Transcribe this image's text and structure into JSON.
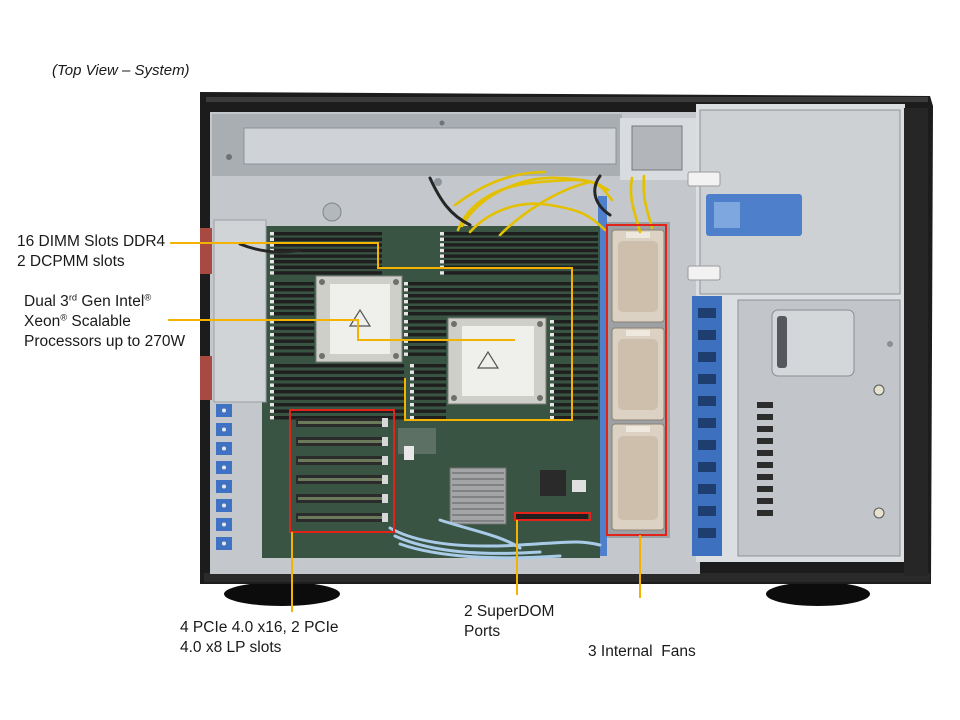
{
  "caption": "(Top View – System)",
  "callouts": {
    "dimm": {
      "line1": "16 DIMM Slots DDR4",
      "line2": "2 DCPMM slots"
    },
    "cpu": {
      "line1": [
        "Dual 3",
        "rd",
        " Gen Intel",
        "®"
      ],
      "line2": [
        "Xeon",
        "®",
        " Scalable"
      ],
      "line3": "Processors up to 270W"
    },
    "pcie": {
      "line1": "4 PCIe 4.0 x16, 2 PCIe",
      "line2": "4.0 x8 LP slots"
    },
    "superdom": {
      "line1": "2 SuperDOM",
      "line2": "Ports"
    },
    "fans": {
      "line1": "3 Internal  Fans"
    }
  },
  "colors": {
    "callout_line": "#f5b301",
    "highlight_box": "#e2231a",
    "label_text": "#1a1a1a"
  }
}
